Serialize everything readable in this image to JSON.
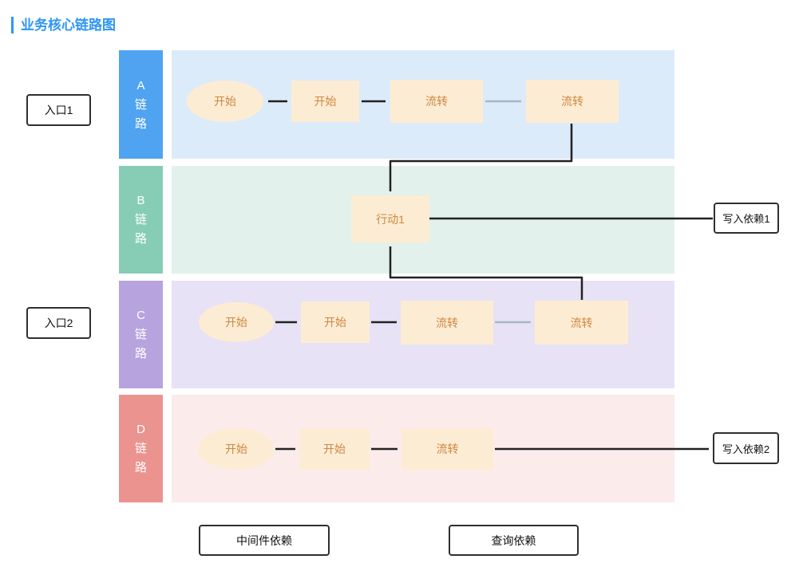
{
  "title": "业务核心链路图",
  "colors": {
    "title_accent": "#2d96f5",
    "node_fill": "#fdecd4",
    "node_text": "#cd873f",
    "connector_black": "#222222",
    "connector_gray": "#aab7c2",
    "io_box_border": "#2f2f2f",
    "lane_a_label_bg": "#4fa3f1",
    "lane_a_band_bg": "#dcebf9",
    "lane_b_label_bg": "#87cdb6",
    "lane_b_band_bg": "#e2f1eb",
    "lane_c_label_bg": "#b7a3de",
    "lane_c_band_bg": "#e7e2f5",
    "lane_d_label_bg": "#eb938f",
    "lane_d_band_bg": "#fbebea"
  },
  "lanes": [
    {
      "name": "A链路",
      "label_chars": [
        "A",
        "链",
        "路"
      ],
      "nodes": [
        {
          "shape": "ellipse",
          "label": "开始"
        },
        {
          "shape": "rect",
          "label": "开始"
        },
        {
          "shape": "rect",
          "label": "流转"
        },
        {
          "shape": "rect",
          "label": "流转"
        }
      ]
    },
    {
      "name": "B链路",
      "label_chars": [
        "B",
        "链",
        "路"
      ],
      "nodes": [
        {
          "shape": "rect",
          "label": "行动1"
        }
      ]
    },
    {
      "name": "C链路",
      "label_chars": [
        "C",
        "链",
        "路"
      ],
      "nodes": [
        {
          "shape": "ellipse",
          "label": "开始"
        },
        {
          "shape": "rect",
          "label": "开始"
        },
        {
          "shape": "rect",
          "label": "流转"
        },
        {
          "shape": "rect",
          "label": "流转"
        }
      ]
    },
    {
      "name": "D链路",
      "label_chars": [
        "D",
        "链",
        "路"
      ],
      "nodes": [
        {
          "shape": "ellipse",
          "label": "开始"
        },
        {
          "shape": "rect",
          "label": "开始"
        },
        {
          "shape": "rect",
          "label": "流转"
        }
      ]
    }
  ],
  "io_boxes": {
    "entry1": "入口1",
    "entry2": "入口2",
    "write_dep1": "写入依赖1",
    "write_dep2": "写入依赖2"
  },
  "legend": {
    "middleware": "中间件依赖",
    "query": "查询依赖"
  }
}
